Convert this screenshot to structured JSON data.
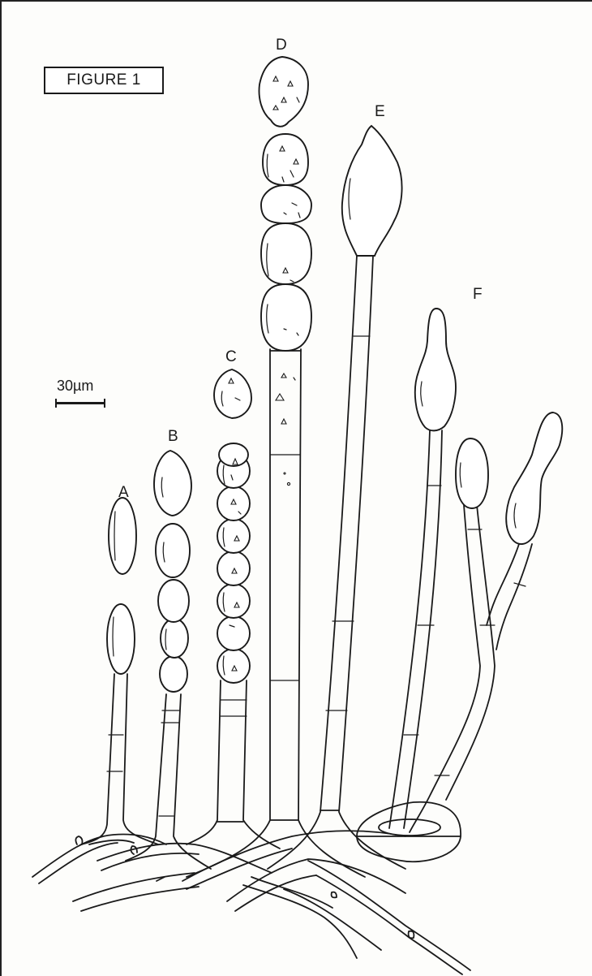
{
  "figure": {
    "title": "FIGURE 1",
    "scale_bar_label": "30µm",
    "panels": [
      {
        "label": "A"
      },
      {
        "label": "B"
      },
      {
        "label": "C"
      },
      {
        "label": "D"
      },
      {
        "label": "E"
      },
      {
        "label": "F"
      }
    ]
  }
}
